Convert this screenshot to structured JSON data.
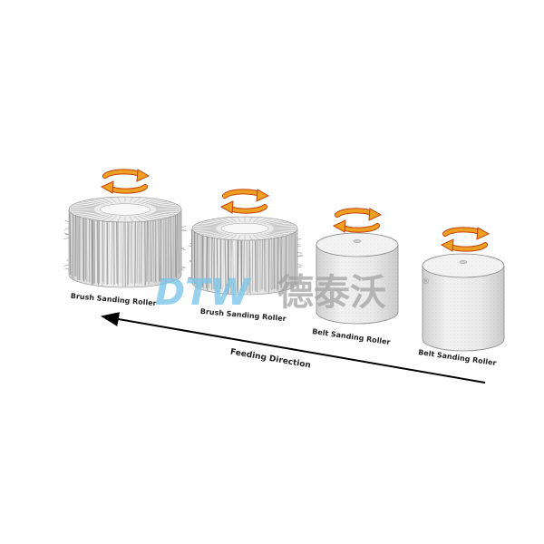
{
  "rollers": [
    {
      "type": "brush",
      "label": "Brush Sanding Roller"
    },
    {
      "type": "brush",
      "label": "Brush Sanding Roller"
    },
    {
      "type": "belt",
      "label": "Belt Sanding Roller"
    },
    {
      "type": "belt",
      "label": "Belt Sanding Roller"
    }
  ],
  "feeding": {
    "label": "Feeding Direction"
  },
  "watermark": {
    "latin": "DTW",
    "cjk": "德泰沃",
    "registered": "®"
  },
  "colors": {
    "rotation_arrow": "#f0a020",
    "rotation_arrow_edge": "#c2410c",
    "watermark_latin": "#7cc5e8",
    "watermark_cjk": "#a3a3a3",
    "feed_arrow": "#000000"
  }
}
